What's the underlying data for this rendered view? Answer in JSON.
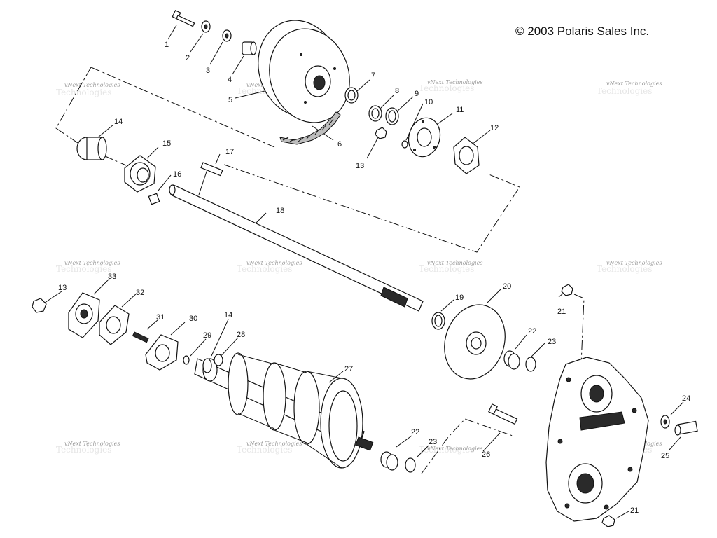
{
  "copyright": "© 2003 Polaris Sales Inc.",
  "watermark": "vNext Technologies",
  "callouts": [
    "1",
    "2",
    "3",
    "4",
    "5",
    "6",
    "7",
    "8",
    "9",
    "10",
    "11",
    "12",
    "13",
    "14",
    "15",
    "16",
    "17",
    "18",
    "13",
    "33",
    "32",
    "31",
    "30",
    "29",
    "14",
    "28",
    "27",
    "19",
    "20",
    "21",
    "22",
    "23",
    "22",
    "23",
    "26",
    "24",
    "25",
    "21"
  ],
  "colors": {
    "line": "#111111",
    "watermark": "#9a9a9a",
    "background": "#ffffff"
  }
}
